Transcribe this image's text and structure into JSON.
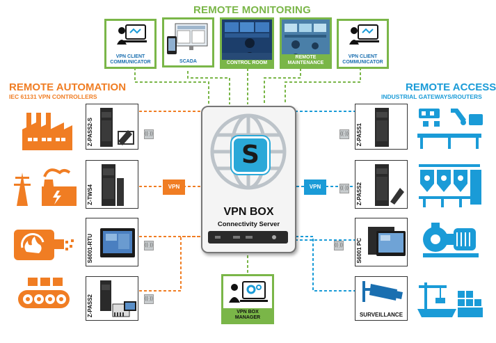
{
  "headers": {
    "remote_monitoring": "REMOTE MONITORING",
    "remote_automation": "REMOTE AUTOMATION",
    "remote_automation_sub": "IEC 61131 VPN CONTROLLERS",
    "remote_access": "REMOTE ACCESS",
    "remote_access_sub": "INDUSTRIAL GATEWAYS/ROUTERS"
  },
  "monitoring": [
    {
      "label": "VPN CLIENT\nCOMMUNICATOR",
      "icon": "laptop-user-icon"
    },
    {
      "label": "SCADA",
      "icon": "scada-screens-icon"
    },
    {
      "label": "CONTROL ROOM",
      "icon": "control-room-photo"
    },
    {
      "label": "REMOTE MAINTENANCE",
      "icon": "maintenance-photo"
    },
    {
      "label": "VPN CLIENT\nCOMMUNICATOR",
      "icon": "laptop-user-icon"
    }
  ],
  "left_devices": [
    {
      "label": "Z-PASS2-S"
    },
    {
      "label": "Z-TWS4"
    },
    {
      "label": "S6001-RTU"
    },
    {
      "label": "Z-PASS2"
    }
  ],
  "right_devices": [
    {
      "label": "Z-PASS1"
    },
    {
      "label": "Z-PASS2"
    },
    {
      "label": "S6001 PC"
    },
    {
      "label": "SURVEILLANCE"
    }
  ],
  "left_icons": [
    "factory-icon",
    "power-plant-icon",
    "heat-process-icon",
    "conveyor-icon"
  ],
  "right_icons": [
    "production-line-icon",
    "silo-tanks-icon",
    "pump-motor-icon",
    "port-cranes-icon"
  ],
  "vpn_left": "VPN",
  "vpn_right": "VPN",
  "center": {
    "title": "VPN BOX",
    "subtitle": "Connectivity Server",
    "logo": "S"
  },
  "manager": {
    "label": "VPN BOX\nMANAGER",
    "icon": "laptop-gears-icon"
  },
  "colors": {
    "green": "#7ab648",
    "orange": "#f07d23",
    "blue": "#1a9bd7",
    "logo_blue": "#2aa8d8"
  }
}
